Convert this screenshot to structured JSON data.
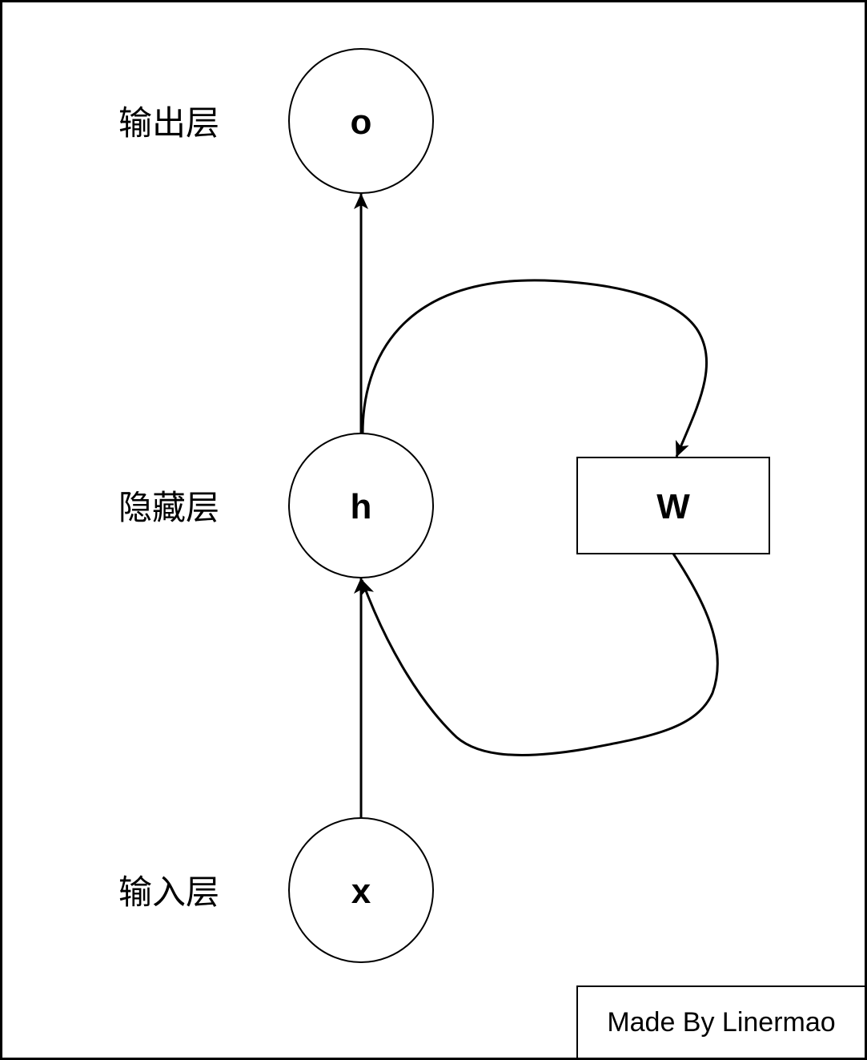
{
  "layers": {
    "output": "输出层",
    "hidden": "隐藏层",
    "input": "输入层"
  },
  "nodes": {
    "output": "o",
    "hidden": "h",
    "input": "x",
    "weight": "W"
  },
  "credit": "Made By Linermao",
  "colors": {
    "stroke": "#000000",
    "background": "#ffffff"
  }
}
